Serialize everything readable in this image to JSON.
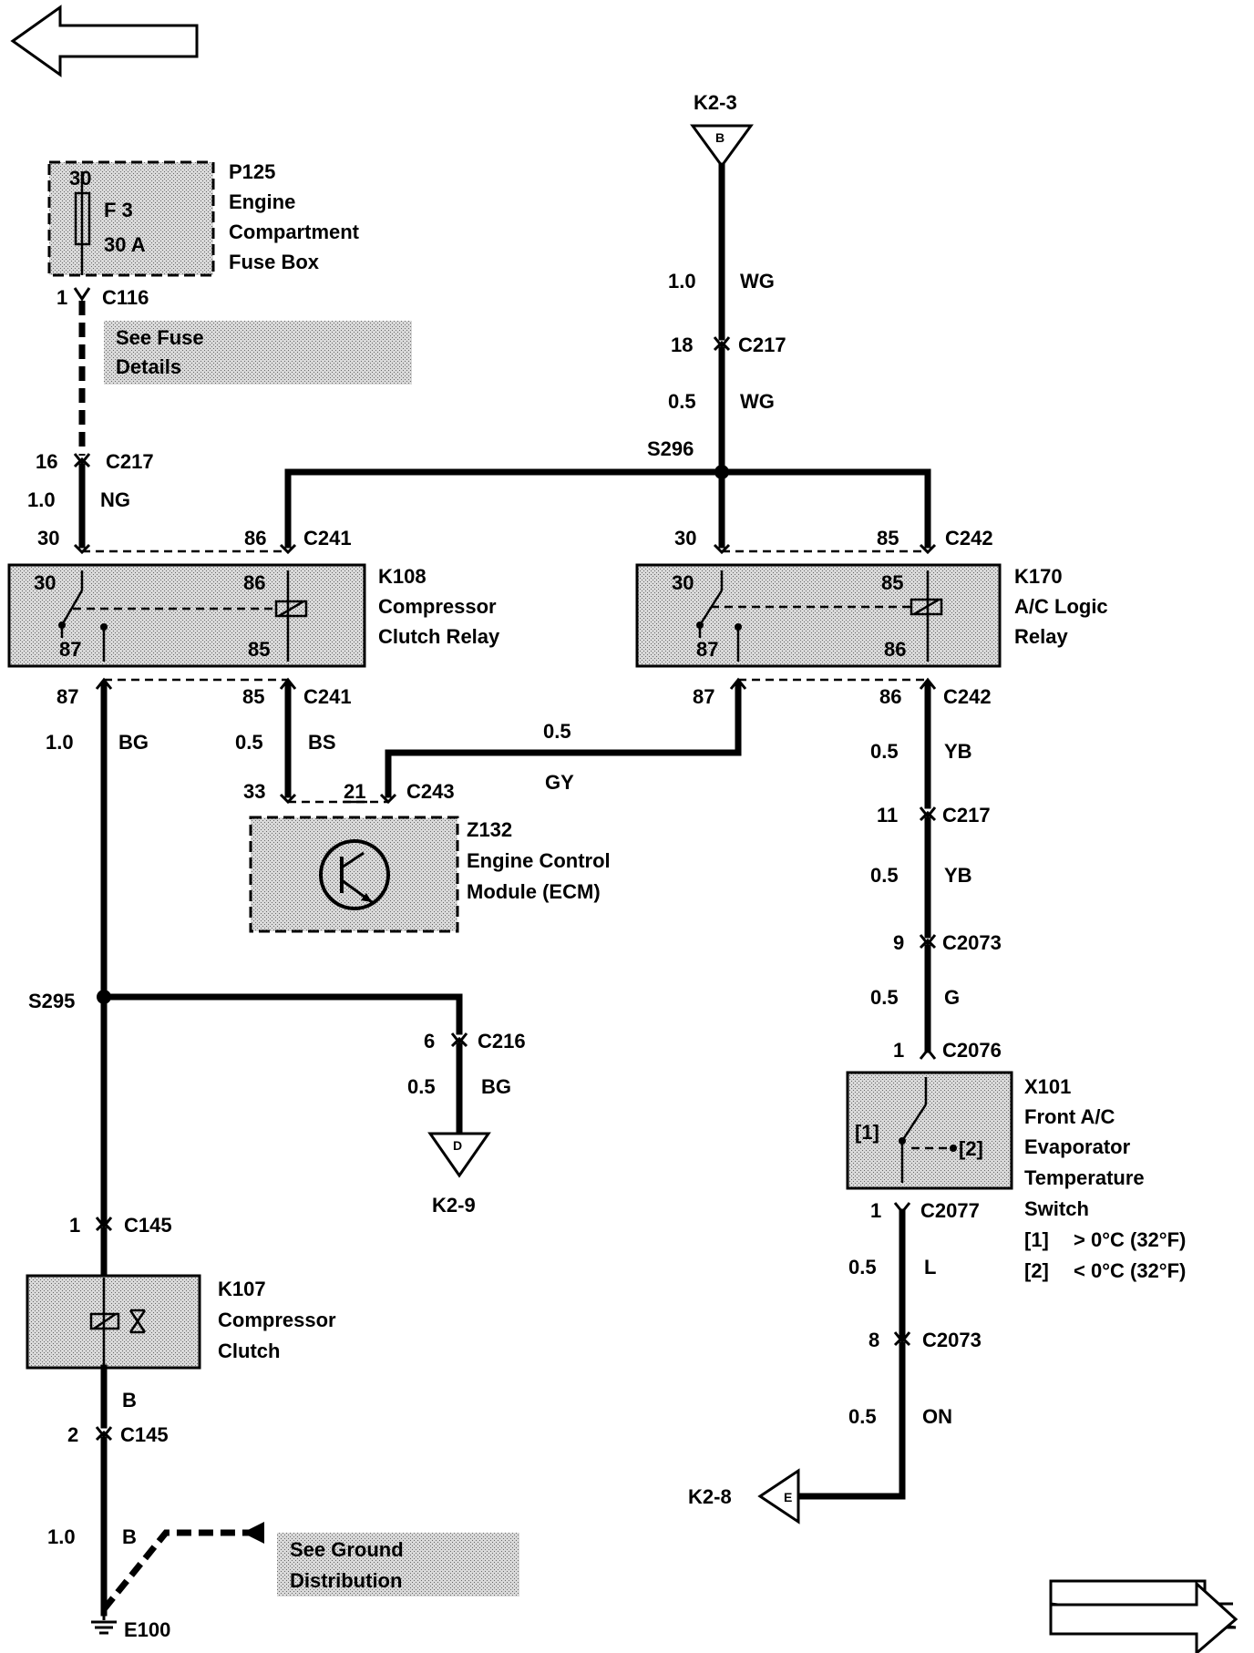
{
  "components": {
    "fuse_box": {
      "id": "P125",
      "name_line1": "Engine",
      "name_line2": "Compartment",
      "name_line3": "Fuse Box",
      "pin": "30",
      "fuse": "F 3",
      "rating": "30 A"
    },
    "compressor_relay": {
      "id": "K108",
      "name_line1": "Compressor",
      "name_line2": "Clutch Relay",
      "pins": {
        "p30": "30",
        "p86": "86",
        "p87": "87",
        "p85": "85"
      }
    },
    "logic_relay": {
      "id": "K170",
      "name_line1": "A/C Logic",
      "name_line2": "Relay",
      "pins": {
        "p30": "30",
        "p85": "85",
        "p87": "87",
        "p86": "86"
      }
    },
    "ecm": {
      "id": "Z132",
      "name_line1": "Engine Control",
      "name_line2": "Module (ECM)"
    },
    "compressor_clutch": {
      "id": "K107",
      "name_line1": "Compressor",
      "name_line2": "Clutch"
    },
    "evap_switch": {
      "id": "X101",
      "name_line1": "Front A/C",
      "name_line2": "Evaporator",
      "name_line3": "Temperature",
      "name_line4": "Switch",
      "pos1": "[1]",
      "pos2": "[2]",
      "legend1_key": "[1]",
      "legend1_text": "> 0°C  (32°F)",
      "legend2_key": "[2]",
      "legend2_text": "< 0°C  (32°F)"
    }
  },
  "notes": {
    "fuse_details_line1": "See Fuse",
    "fuse_details_line2": "Details",
    "ground_dist_line1": "See Ground",
    "ground_dist_line2": "Distribution"
  },
  "ground": {
    "id": "E100"
  },
  "splices": {
    "s296": "S296",
    "s295": "S295"
  },
  "references": {
    "k2_3": {
      "label": "K2-3",
      "letter": "B"
    },
    "k2_9": {
      "label": "K2-9",
      "letter": "D"
    },
    "k2_8": {
      "label": "K2-8",
      "letter": "E"
    }
  },
  "labels": {
    "fuse_out_pin": "1",
    "fuse_out_conn": "C116",
    "c217_16_pin": "16",
    "c217_16_conn": "C217",
    "ng_size": "1.0",
    "ng_color": "NG",
    "c241_30_pin": "30",
    "c241_86_pin": "86",
    "c241_top_conn": "C241",
    "top_wg1_size": "1.0",
    "top_wg1_color": "WG",
    "c217_18_pin": "18",
    "c217_18_conn": "C217",
    "top_wg2_size": "0.5",
    "top_wg2_color": "WG",
    "c242_30_pin": "30",
    "c242_85_pin": "85",
    "c242_top_conn": "C242",
    "c241_87_pin": "87",
    "c241_85_pin": "85",
    "c241_bot_conn": "C241",
    "bg1_size": "1.0",
    "bg1_color": "BG",
    "bs_size": "0.5",
    "bs_color": "BS",
    "c243_33_pin": "33",
    "c243_21_pin": "21",
    "c243_conn": "C243",
    "gy_size": "0.5",
    "gy_color": "GY",
    "c242_87_pin": "87",
    "c242_86_pin": "86",
    "c242_bot_conn": "C242",
    "yb1_size": "0.5",
    "yb1_color": "YB",
    "c217_11_pin": "11",
    "c217_11_conn": "C217",
    "yb2_size": "0.5",
    "yb2_color": "YB",
    "c2073_9_pin": "9",
    "c2073_9_conn": "C2073",
    "g_size": "0.5",
    "g_color": "G",
    "c2076_pin": "1",
    "c2076_conn": "C2076",
    "c216_pin": "6",
    "c216_conn": "C216",
    "bg2_size": "0.5",
    "bg2_color": "BG",
    "c145_1_pin": "1",
    "c145_1_conn": "C145",
    "b1_color": "B",
    "c145_2_pin": "2",
    "c145_2_conn": "C145",
    "b2_size": "1.0",
    "b2_color": "B",
    "c2077_pin": "1",
    "c2077_conn": "C2077",
    "l_size": "0.5",
    "l_color": "L",
    "c2073_8_pin": "8",
    "c2073_8_conn": "C2073",
    "on_size": "0.5",
    "on_color": "ON"
  },
  "icons": {
    "nav_prev": "left-arrow-icon",
    "nav_next": "right-arrow-icon",
    "ground": "ground-icon",
    "fuse": "fuse-icon",
    "transistor": "transistor-icon"
  },
  "colors": {
    "line": "#000000",
    "fill": "#c8c8c8",
    "background": "#ffffff"
  }
}
